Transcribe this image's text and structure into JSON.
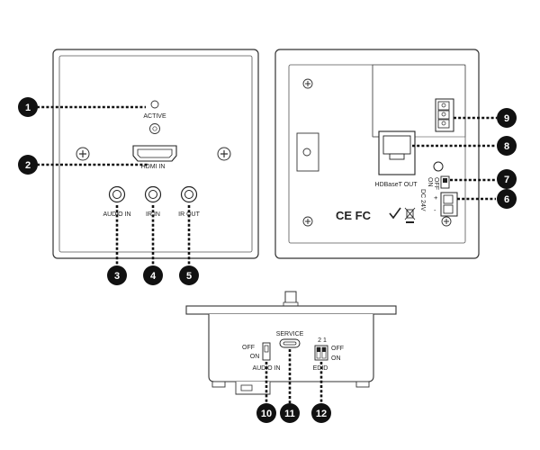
{
  "front": {
    "active_label": "ACTIVE",
    "hdmi_label": "HDMI IN",
    "audio_label": "AUDIO IN",
    "irin_label": "IR IN",
    "irout_label": "IR OUT"
  },
  "back": {
    "hdbaset_label": "HDBaseT OUT",
    "dip_off": "OFF",
    "dip_on": "ON",
    "dc_label": "DC 24V",
    "cert_marks": "CE FC"
  },
  "side": {
    "service_label": "SERVICE",
    "audio_off": "OFF",
    "audio_on": "ON",
    "audio_label": "AUDIO IN",
    "edid_nums": "2  1",
    "edid_off": "OFF",
    "edid_on": "ON",
    "edid_label": "EDID"
  },
  "callouts": [
    "1",
    "2",
    "3",
    "4",
    "5",
    "6",
    "7",
    "8",
    "9",
    "10",
    "11",
    "12"
  ]
}
